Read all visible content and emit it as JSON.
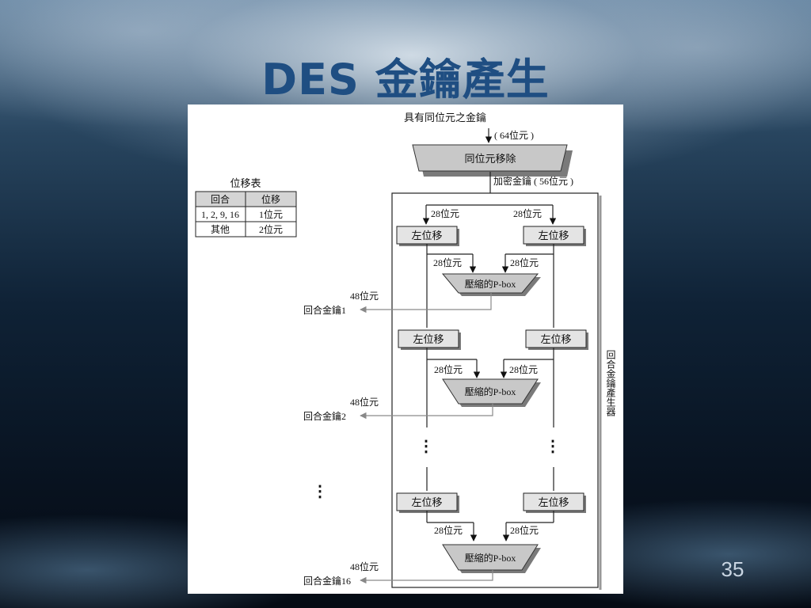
{
  "slide": {
    "title": "DES 金鑰產生",
    "number": "35"
  },
  "diagram": {
    "cipher_key_label": "具有同位元之金鑰",
    "cipher_key_size": "( 64位元 )",
    "parity_drop_label": "同位元移除",
    "key_56_label": "加密金鑰 ( 56位元 )",
    "bits_28": "28位元",
    "bits_48": "48位元",
    "shift_left_label": "左位移",
    "compression_pbox_label": "壓縮的P-box",
    "round_key_labels": [
      "回合金鑰1",
      "回合金鑰2",
      "回合金鑰16"
    ],
    "generator_label": "回合金鑰產生器",
    "ellipsis": "⋮",
    "shift_table": {
      "title": "位移表",
      "headers": [
        "回合",
        "位移"
      ],
      "rows": [
        [
          "1, 2, 9, 16",
          "1位元"
        ],
        [
          "其他",
          "2位元"
        ]
      ]
    }
  }
}
